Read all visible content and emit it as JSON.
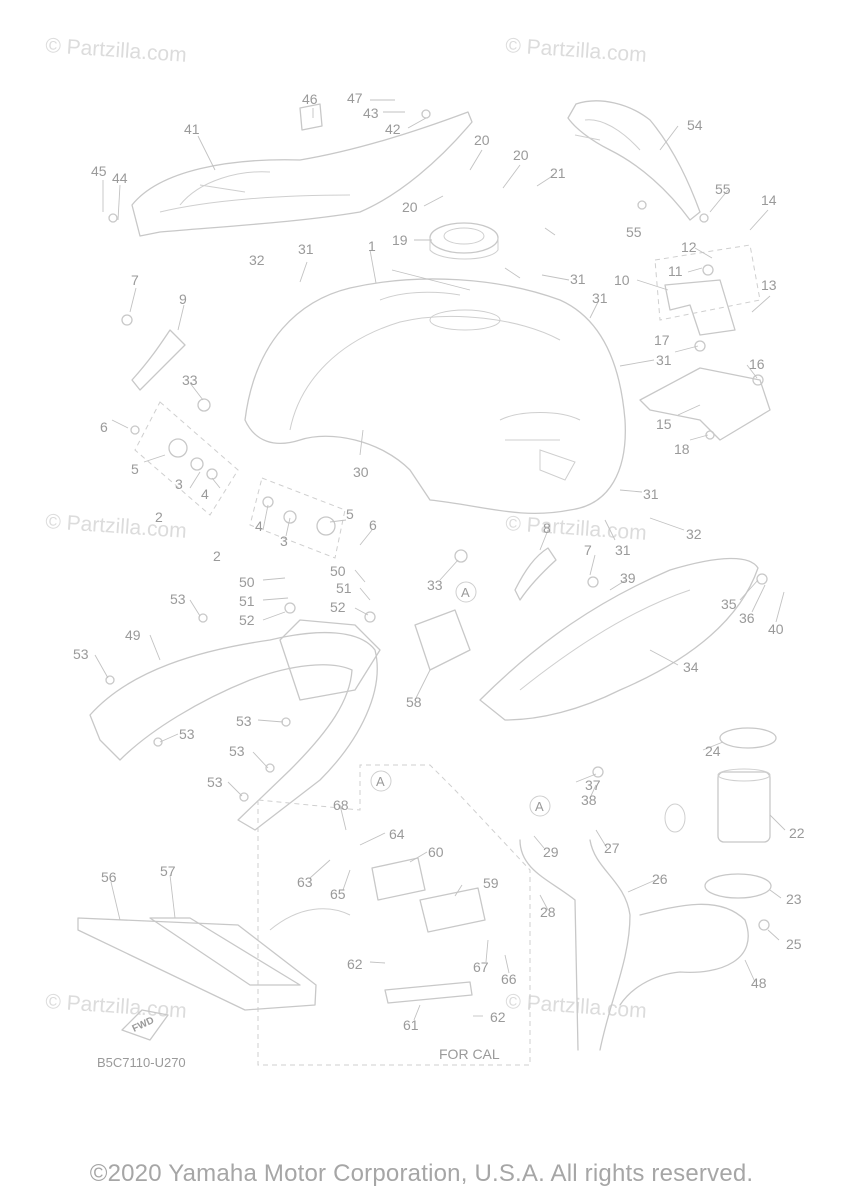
{
  "watermark": "© Partzilla.com",
  "footer": {
    "copyright": "©2020 Yamaha Motor Corporation, U.S.A. All rights reserved."
  },
  "diagram": {
    "reference": "B5C7110-U270",
    "variant_label": "FOR CAL",
    "fwd_label": "FWD",
    "callout_a": "A"
  },
  "callouts": [
    "1",
    "2",
    "3",
    "4",
    "5",
    "6",
    "7",
    "8",
    "9",
    "10",
    "11",
    "12",
    "13",
    "14",
    "15",
    "16",
    "17",
    "18",
    "19",
    "20",
    "21",
    "22",
    "23",
    "24",
    "25",
    "26",
    "27",
    "28",
    "29",
    "30",
    "31",
    "32",
    "33",
    "34",
    "35",
    "36",
    "37",
    "38",
    "39",
    "40",
    "41",
    "42",
    "43",
    "44",
    "45",
    "46",
    "47",
    "48",
    "49",
    "50",
    "51",
    "52",
    "53",
    "54",
    "55",
    "56",
    "57",
    "58",
    "59",
    "60",
    "61",
    "62",
    "63",
    "64",
    "65",
    "66",
    "67",
    "68"
  ]
}
